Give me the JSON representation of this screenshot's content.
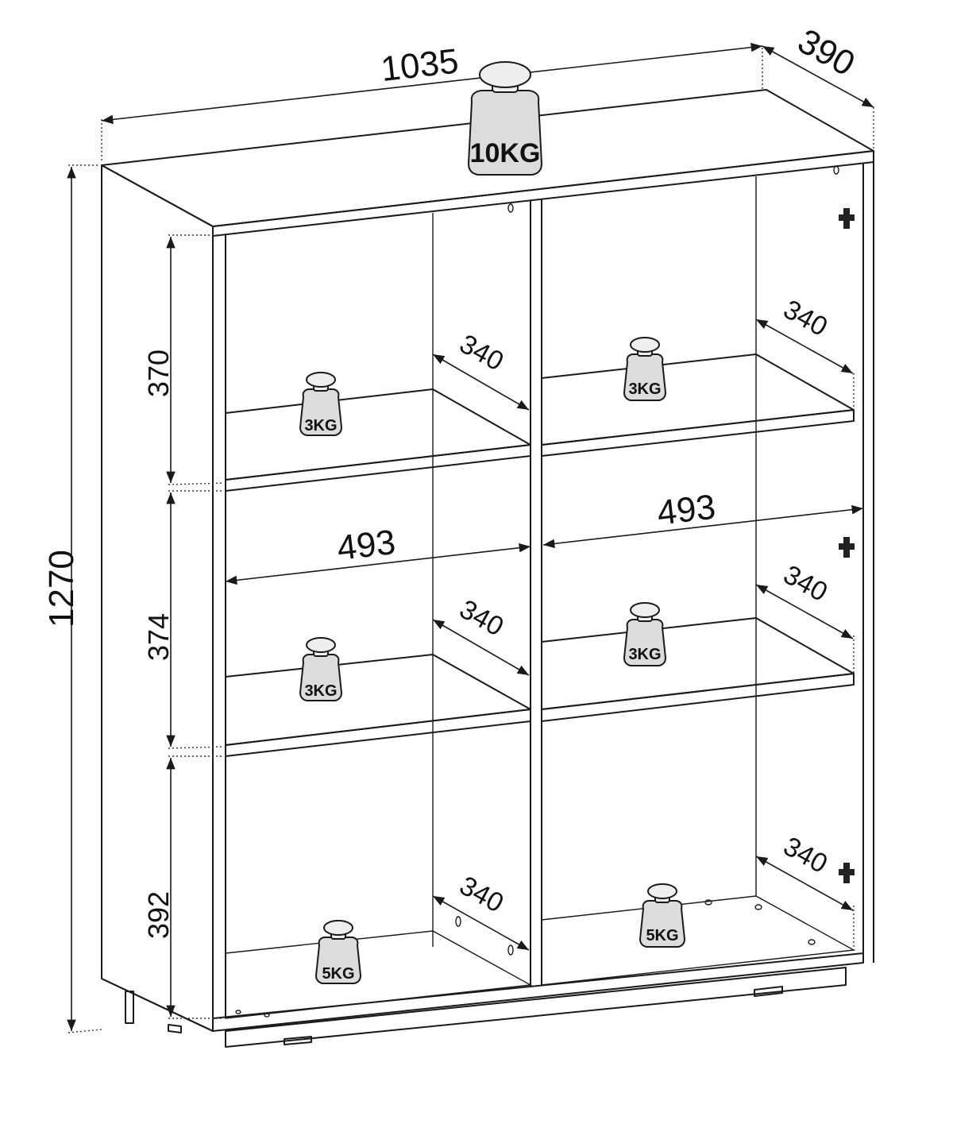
{
  "dimensions": {
    "width": "1035",
    "depth": "390",
    "height": "1270",
    "shelf_height_top": "370",
    "shelf_height_middle": "374",
    "shelf_height_bottom": "392",
    "inner_width_left": "493",
    "inner_width_right": "493",
    "inner_depth": "340"
  },
  "weights": {
    "top": "10KG",
    "left_top": "3KG",
    "left_middle": "3KG",
    "left_bottom": "5KG",
    "right_top": "3KG",
    "right_middle": "3KG",
    "right_bottom": "5KG"
  }
}
